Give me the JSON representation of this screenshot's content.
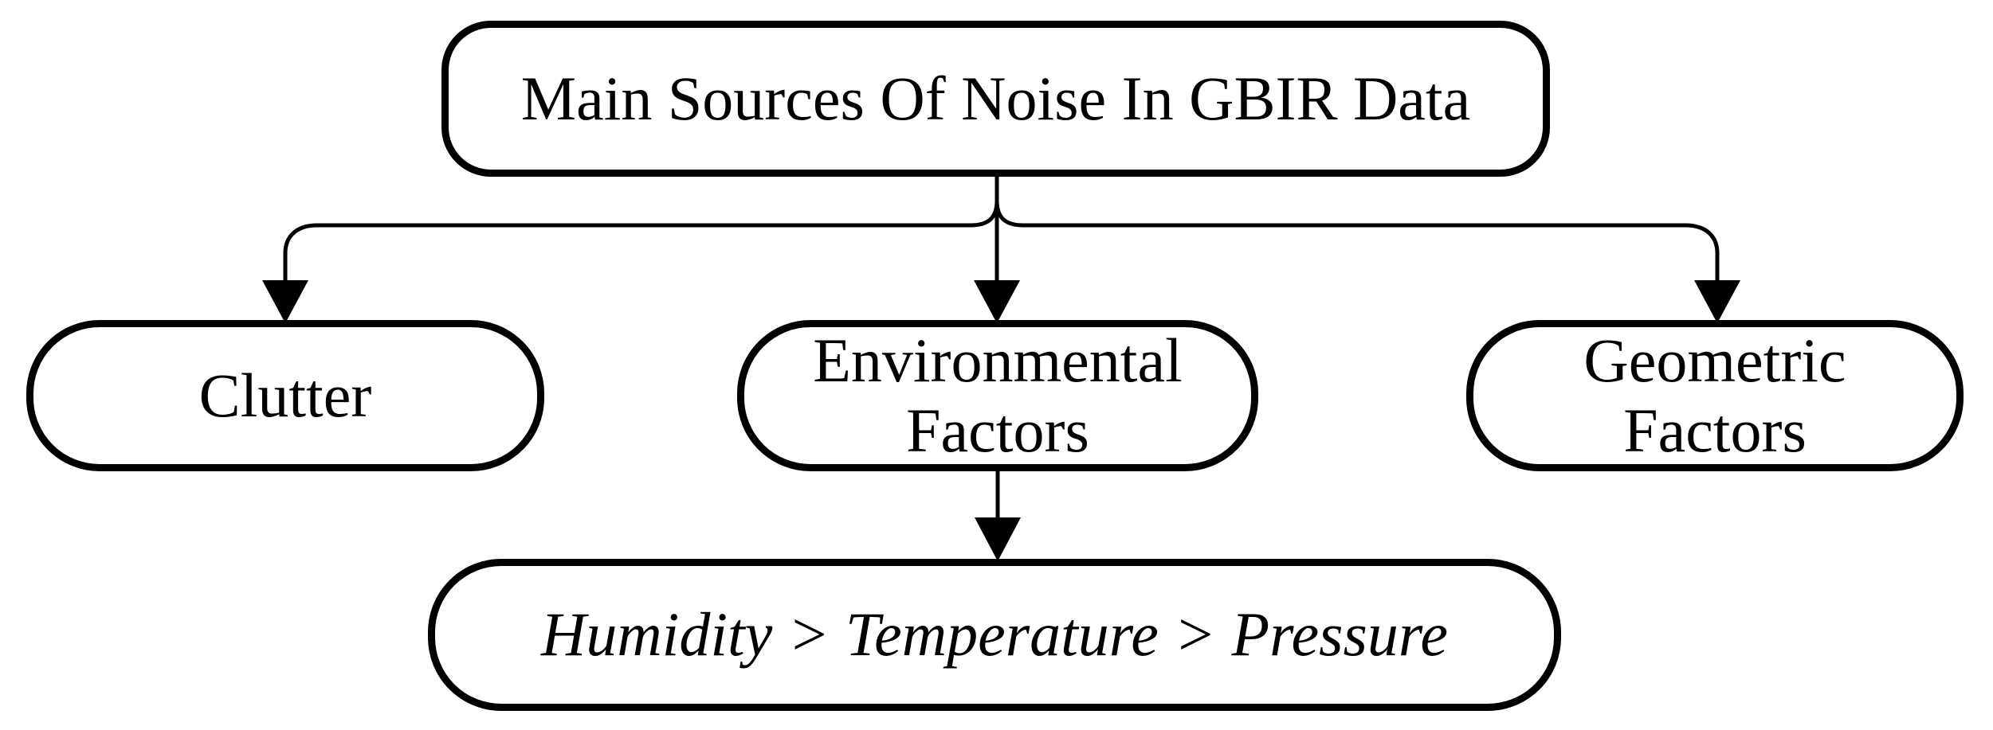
{
  "diagram": {
    "type": "flowchart",
    "colors": {
      "background": "#ffffff",
      "stroke": "#000000",
      "text": "#000000"
    },
    "nodes": {
      "root": {
        "label": "Main Sources Of Noise In GBIR Data"
      },
      "clutter": {
        "label": "Clutter"
      },
      "environmental": {
        "label": "Environmental\nFactors"
      },
      "geometric": {
        "label": "Geometric\nFactors"
      },
      "ranking": {
        "label": "Humidity > Temperature > Pressure"
      }
    },
    "edges": [
      {
        "from": "root",
        "to": "clutter",
        "arrow": "filled-triangle"
      },
      {
        "from": "root",
        "to": "environmental",
        "arrow": "filled-triangle"
      },
      {
        "from": "root",
        "to": "geometric",
        "arrow": "filled-triangle"
      },
      {
        "from": "environmental",
        "to": "ranking",
        "arrow": "filled-triangle"
      }
    ]
  }
}
